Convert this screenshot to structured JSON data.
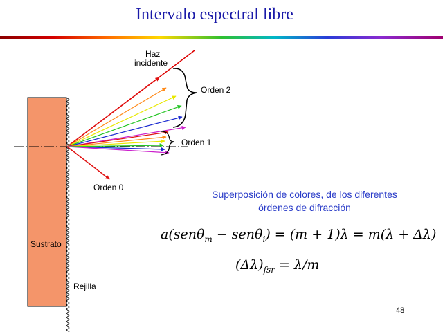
{
  "title": "Intervalo espectral libre",
  "labels": {
    "incident_line1": "Haz",
    "incident_line2": "incidente",
    "order2": "Orden 2",
    "order1": "Orden 1",
    "order0": "Orden 0",
    "substrate": "Sustrato",
    "grating": "Rejilla"
  },
  "caption": {
    "line1": "Superposición de colores, de los diferentes",
    "line2": "órdenes de difracción"
  },
  "equations": {
    "grating_a": "a(senθ",
    "grating_m_sub": "m",
    "grating_mid": " − senθ",
    "grating_i_sub": "i",
    "grating_rhs": ") = (m + 1)λ = m(λ + Δλ)",
    "fsr_lhs": "(Δλ)",
    "fsr_sub": "fsr",
    "fsr_rhs": " = λ/m"
  },
  "page_number": "48",
  "colors": {
    "title": "#1a1aa8",
    "caption": "#2a3cc8",
    "substrate_fill": "#f4956a",
    "incident": "#dd0000",
    "red": "#e01010",
    "orange": "#ff8a1a",
    "yellow": "#e8e800",
    "green": "#22c422",
    "blue": "#1a2ad0",
    "violet": "#cc22cc"
  }
}
